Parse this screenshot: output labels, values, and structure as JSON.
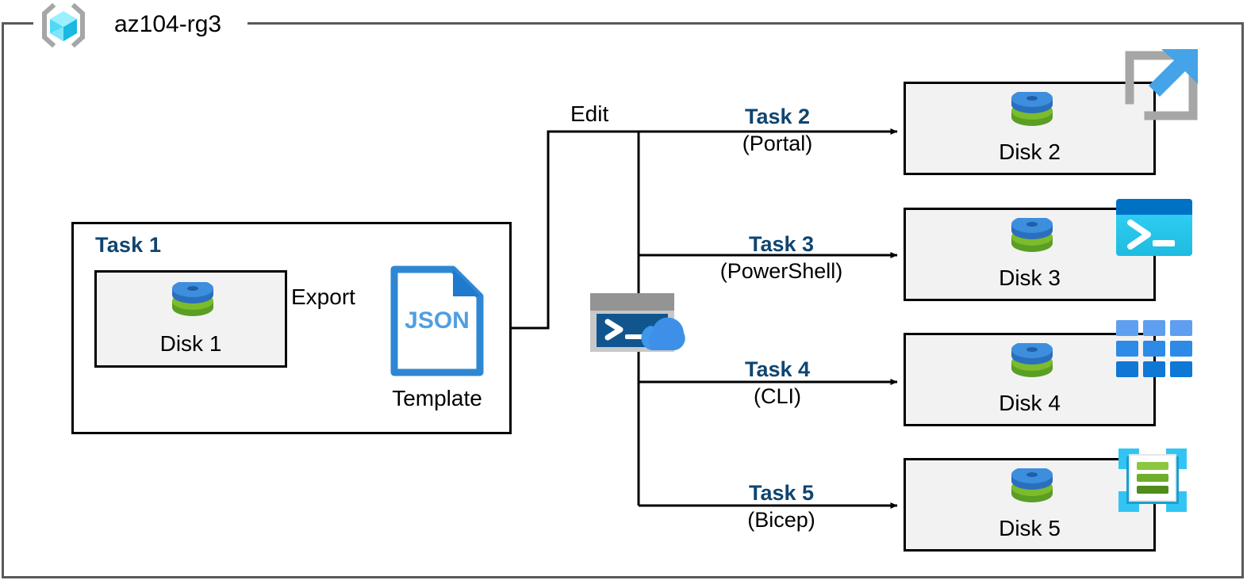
{
  "diagram": {
    "type": "azure-architecture-flow",
    "resource_group": {
      "name": "az104-rg3",
      "icon": "resource-group-icon"
    },
    "colors": {
      "accent_blue": "#0f4571",
      "box_fill": "#f2f2f2",
      "box_stroke": "#000000",
      "container_stroke": "#595959",
      "json_blue": "#2e87d3",
      "disk_top": "#3e8ede",
      "disk_bottom": "#70ad28",
      "powershell_cyan": "#2ecbf2",
      "powershell_titlebar": "#0072c6",
      "cli_blue": "#1b83d9",
      "bicep_cyan": "#32c5f4",
      "bicep_green": "#7ab800",
      "portal_gray": "#a6a6a6",
      "portal_arrow": "#45a3e8"
    },
    "task1": {
      "title": "Task 1",
      "node": {
        "label": "Disk 1",
        "icon": "disk-icon"
      },
      "export_label": "Export",
      "template": {
        "badge": "JSON",
        "label": "Template",
        "icon": "json-file-icon"
      }
    },
    "edit_label": "Edit",
    "cloud_shell": {
      "icon": "cloud-shell-icon"
    },
    "branches": [
      {
        "task": "Task 2",
        "method": "(Portal)",
        "node": "Disk 2",
        "icon": "azure-portal-icon",
        "node_icon": "disk-icon"
      },
      {
        "task": "Task 3",
        "method": "(PowerShell)",
        "node": "Disk 3",
        "icon": "powershell-icon",
        "node_icon": "disk-icon"
      },
      {
        "task": "Task 4",
        "method": "(CLI)",
        "node": "Disk 4",
        "icon": "azure-cli-icon",
        "node_icon": "disk-icon"
      },
      {
        "task": "Task 5",
        "method": "(Bicep)",
        "node": "Disk 5",
        "icon": "bicep-icon",
        "node_icon": "disk-icon"
      }
    ]
  }
}
